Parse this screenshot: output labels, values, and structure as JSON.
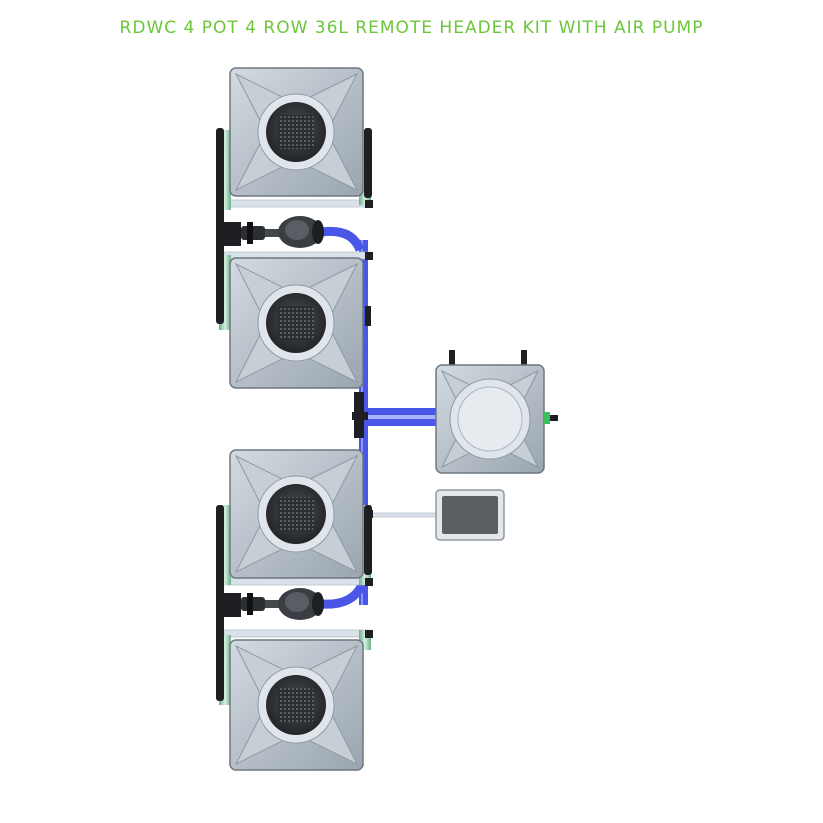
{
  "title": "RDWC 4 POT 4 ROW 36L REMOTE HEADER KIT WITH AIR PUMP",
  "colors": {
    "title": "#6cc63a",
    "tub_body": "#b9c3cc",
    "tub_edge": "#6e7780",
    "lid_dark": "#2f3135",
    "pipe_blue": "#4a56e8",
    "pipe_grey": "#d9e2ea",
    "green_tube": "#a9d4b8",
    "air_pump_screen": "#5b5e62"
  },
  "components": {
    "grow_pots": [
      "pot-1",
      "pot-2",
      "pot-3",
      "pot-4"
    ],
    "header_tank": "remote-header-tank",
    "air_pump": "air-pump",
    "water_pumps": [
      "upper-pump",
      "lower-pump"
    ]
  }
}
